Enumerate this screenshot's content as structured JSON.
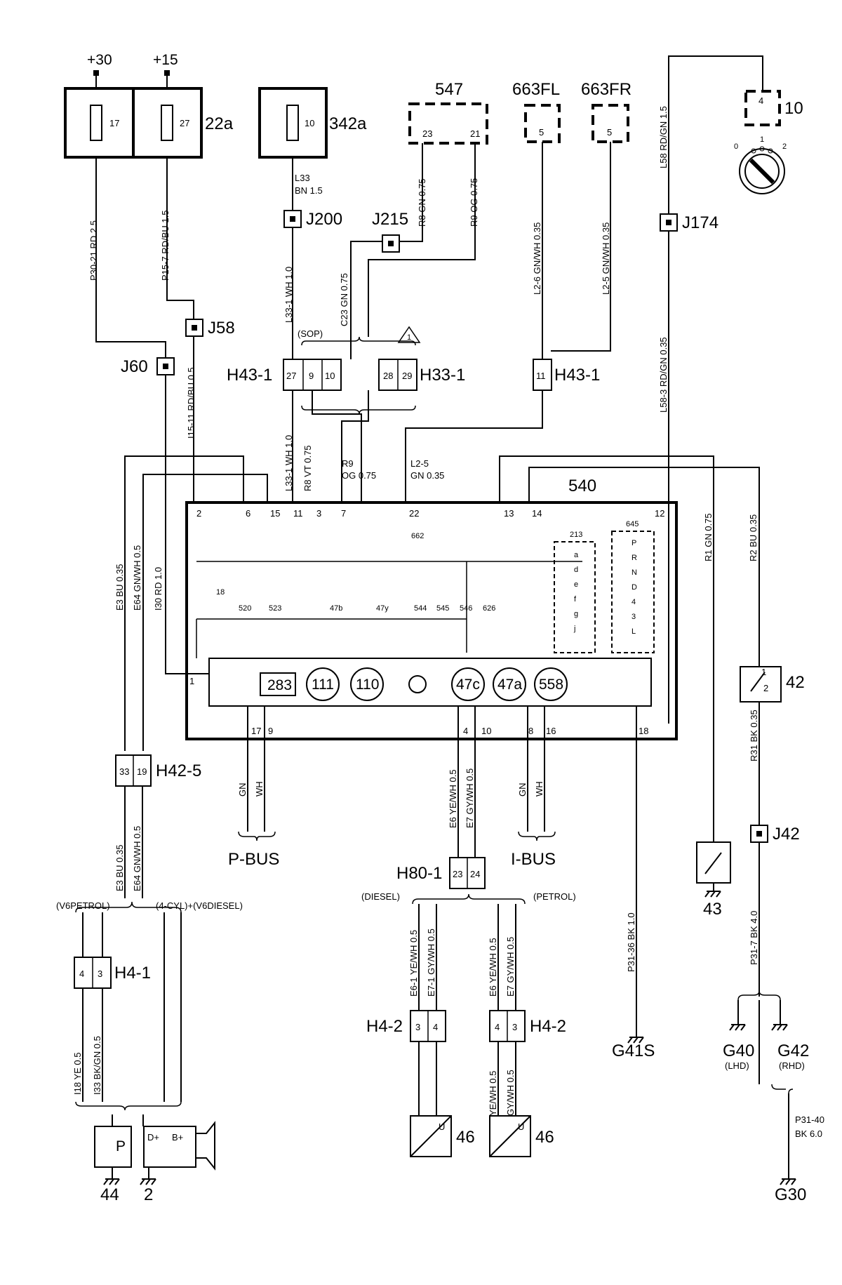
{
  "power": {
    "p30": "+30",
    "p15": "+15"
  },
  "fusebox": {
    "main": {
      "name": "22a",
      "fuse17": "17",
      "fuse27": "27"
    },
    "secondary": {
      "name": "342a",
      "fuse10": "10"
    }
  },
  "components": {
    "c547": {
      "name": "547",
      "pin23": "23",
      "pin21": "21"
    },
    "c663fl": {
      "name": "663FL",
      "pin": "5"
    },
    "c663fr": {
      "name": "663FR",
      "pin": "5"
    },
    "c10": {
      "name": "10",
      "pin": "4"
    },
    "ignition": {
      "pos0": "0",
      "pos1": "1",
      "pos2": "2"
    },
    "c540": {
      "name": "540"
    },
    "c42": {
      "name": "42",
      "pin1": "1",
      "pin2": "2"
    },
    "c43": {
      "name": "43"
    },
    "c44": {
      "name": "44",
      "p": "P"
    },
    "c2": {
      "name": "2",
      "d": "D+",
      "b": "B+"
    },
    "c46a": {
      "name": "46",
      "u": "U"
    },
    "c46b": {
      "name": "46",
      "u": "U"
    }
  },
  "splices": {
    "j200": "J200",
    "j215": "J215",
    "j174": "J174",
    "j58": "J58",
    "j60": "J60",
    "j42": "J42"
  },
  "connectors": {
    "h43_1_left": {
      "name": "H43-1",
      "pins": [
        "27",
        "9",
        "10"
      ]
    },
    "h33_1": {
      "name": "H33-1",
      "pins": [
        "28",
        "29"
      ]
    },
    "h43_1_right": {
      "name": "H43-1",
      "pins": [
        "11"
      ]
    },
    "h42_5": {
      "name": "H42-5",
      "pins": [
        "33",
        "19"
      ]
    },
    "h80_1": {
      "name": "H80-1",
      "pins": [
        "23",
        "24"
      ]
    },
    "h4_1": {
      "name": "H4-1",
      "pins": [
        "4",
        "3"
      ]
    },
    "h4_2a": {
      "name": "H4-2",
      "pins": [
        "3",
        "4"
      ]
    },
    "h4_2b": {
      "name": "H4-2",
      "pins": [
        "4",
        "3"
      ]
    }
  },
  "wires": {
    "p30_21": "P30-21  RD  2.5",
    "p15_7": "P15-7  RD/BU  1.5",
    "l33": "L33",
    "l33_bn": "BN   1.5",
    "l33_1_top": "L33-1   WH   1.0",
    "c23": "C23   GN   0.75",
    "r8_top": "R8   GN   0.75",
    "r9_top": "R9   OG   0.75",
    "l2_6": "L2-6   GN/WH   0.35",
    "l2_5_top": "L2-5   GN/WH   0.35",
    "l58": "L58   RD/GN   1.5",
    "l58_3": "L58-3   RD/GN   0.35",
    "i15_11": "I15-11  RD/BU  0.5",
    "l33_1_bot": "L33-1   WH   1.0",
    "r8_vt": "R8   VT   0.75",
    "r9_label": "R9",
    "r9_og": "OG   0.75",
    "l2_5_label": "L2-5",
    "l2_5_gn": "GN   0.35",
    "e3_top": "E3   BU   0.35",
    "e64_top": "E64   GN/WH   0.5",
    "i30": "I30   RD   1.0",
    "r1": "R1   GN   0.75",
    "r2": "R2   BU   0.35",
    "r31": "R31   BK   0.35",
    "p31_7": "P31-7   BK   4.0",
    "p31_36": "P31-36  BK   1.0",
    "p31_40": "P31-40",
    "p31_40b": "BK   6.0",
    "e3_bot": "E3   BU   0.35",
    "e64_bot": "E64   GN/WH   0.5",
    "gn": "GN",
    "wh": "WH",
    "e6_top": "E6   YE/WH   0.5",
    "e7_top": "E7   GY/WH   0.5",
    "e6_1": "E6-1   YE/WH   0.5",
    "e7_1": "E7-1   GY/WH   0.5",
    "e6_p": "E6   YE/WH   0.5",
    "e7_p": "E7   GY/WH   0.5",
    "i18": "I18   YE   0.5",
    "i33": "I33   BK/GN   0.5",
    "ye_wh": "YE/WH   0.5",
    "gy_wh": "GY/WH   0.5"
  },
  "annotations": {
    "sop": "(SOP)",
    "triangle": "1",
    "v6petrol": "(V6PETROL)",
    "cyl": "(4-CYL)+(V6DIESEL)",
    "diesel": "(DIESEL)",
    "petrol": "(PETROL)"
  },
  "buses": {
    "p_bus": "P-BUS",
    "i_bus": "I-BUS"
  },
  "grounds": {
    "g41s": "G41S",
    "g40": "G40",
    "g40_note": "(LHD)",
    "g42": "G42",
    "g42_note": "(RHD)",
    "g30": "G30"
  },
  "pins540": {
    "p2": "2",
    "p6": "6",
    "p15": "15",
    "p11": "11",
    "p3": "3",
    "p7": "7",
    "p22": "22",
    "p13": "13",
    "p14": "14",
    "p12": "12",
    "p1": "1",
    "p17": "17",
    "p9": "9",
    "p4": "4",
    "p10": "10",
    "p8": "8",
    "p16": "16",
    "p18": "18"
  },
  "internal540": {
    "led662": "662",
    "led18": "18",
    "l520": "520",
    "l523": "523",
    "l47b": "47b",
    "l47y": "47y",
    "l544": "544",
    "l545": "545",
    "l546": "546",
    "l626": "626",
    "g213": "213",
    "g645": "645",
    "s213": [
      "a",
      "d",
      "e",
      "f",
      "g",
      "j"
    ],
    "s645": [
      "P",
      "R",
      "N",
      "D",
      "4",
      "3",
      "L"
    ]
  },
  "gauges": {
    "g283": "283",
    "g111": "111",
    "g110": "110",
    "g47c": "47c",
    "g47a": "47a",
    "g558": "558"
  }
}
